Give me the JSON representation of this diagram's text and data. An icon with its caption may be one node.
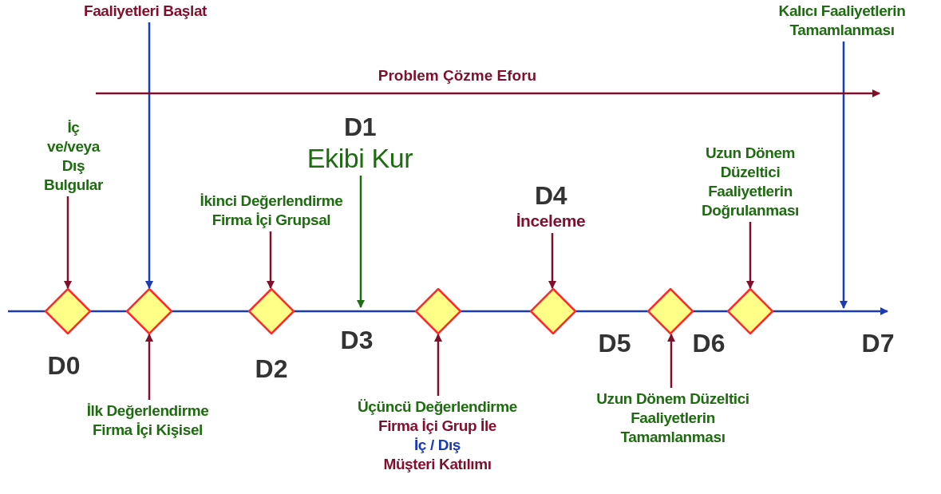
{
  "diagram": {
    "nodes": [
      {
        "text": [
          "Faaliyetleri Başlat"
        ]
      },
      {
        "text": [
          "Kalıcı Faaliyetlerin Tamamlanması"
        ]
      },
      {
        "text": [
          "İç ve/veya Dış Bulgular"
        ]
      },
      {
        "text": [
          "D1",
          "Ekibi Kur"
        ]
      },
      {
        "text": [
          "İkinci Değerlendirme Firma İçi Grupsal"
        ]
      },
      {
        "text": [
          "D4",
          "İnceleme"
        ]
      },
      {
        "text": [
          "Uzun Dönem Düzeltici Faaliyetlerin Doğrulanması"
        ]
      },
      {
        "text": [],
        "shape": "diamond"
      },
      {
        "text": [],
        "shape": "diamond"
      },
      {
        "text": [],
        "shape": "diamond"
      },
      {
        "text": [],
        "shape": "diamond"
      },
      {
        "text": [],
        "shape": "diamond"
      },
      {
        "text": [],
        "shape": "diamond"
      },
      {
        "text": [],
        "shape": "diamond"
      },
      {
        "text": [
          "İlk Değerlendirme Firma İçi Kişisel"
        ]
      },
      {
        "text": [
          "Üçüncü Değerlendirme",
          "Firma İçi Grup İle",
          "İç / Dış",
          "Müşteri Katılımı"
        ]
      },
      {
        "text": [
          "Uzun Dönem Düzeltici Faaliyetlerin Tamamlanması"
        ]
      }
    ],
    "edges": [
      {
        "from": 0,
        "to": 8,
        "arrow": "to",
        "color": "#1a3bb5"
      },
      {
        "from": 1,
        "to": null,
        "arrow": "to",
        "color": "#1a3bb5"
      },
      {
        "from": 2,
        "to": 7,
        "arrow": "to"
      },
      {
        "from": 3,
        "to": null,
        "arrow": "to",
        "color": "#1f6b12"
      },
      {
        "from": 4,
        "to": 9,
        "arrow": "to"
      },
      {
        "from": 5,
        "to": 11,
        "arrow": "to"
      },
      {
        "from": 6,
        "to": 13,
        "arrow": "to"
      },
      {
        "from": 14,
        "to": 8,
        "arrow": "to"
      },
      {
        "from": 15,
        "to": 10,
        "arrow": "to"
      },
      {
        "from": 16,
        "to": 12,
        "arrow": "to"
      }
    ],
    "labels": [
      "Problem Çözme Eforu",
      "D0",
      "D2",
      "D3",
      "D5",
      "D6",
      "D7"
    ]
  }
}
